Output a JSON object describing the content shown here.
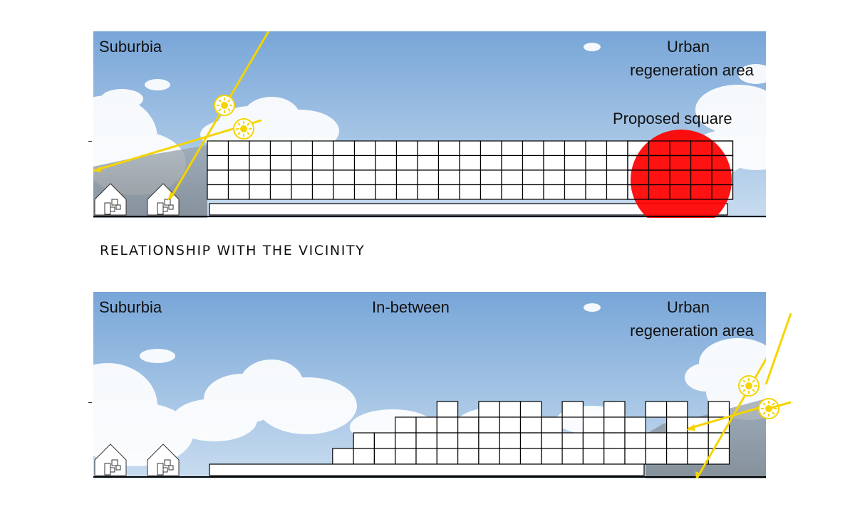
{
  "top_panel": {
    "left_label": "Suburbia",
    "right_label_line1": "Urban",
    "right_label_line2": "regeneration area",
    "square_label": "Proposed square",
    "square_color": "#ff0000",
    "sun_icon": "sun-icon",
    "ray_color": "#f5d400"
  },
  "section_title": "RELATIONSHIP WITH THE VICINITY",
  "bottom_panel": {
    "left_label": "Suburbia",
    "middle_label": "In-between",
    "right_label_line1": "Urban",
    "right_label_line2": "regeneration area",
    "sun_icon": "sun-icon",
    "ray_color": "#f5d400"
  },
  "colors": {
    "sky_top": "#7fa9d8",
    "sky_bottom": "#c4d9ee",
    "ground_line": "#000000"
  }
}
